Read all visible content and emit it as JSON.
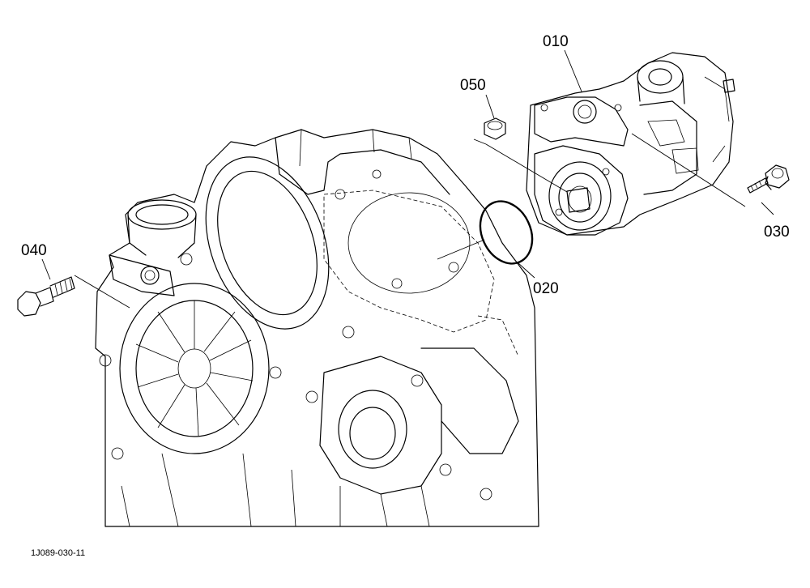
{
  "diagram": {
    "figure_ref": "1J089-030-11",
    "parts": [
      {
        "callout": "010",
        "item": "pump-assembly"
      },
      {
        "callout": "020",
        "item": "o-ring"
      },
      {
        "callout": "030",
        "item": "bolt"
      },
      {
        "callout": "040",
        "item": "bolt"
      },
      {
        "callout": "050",
        "item": "nut"
      }
    ]
  }
}
